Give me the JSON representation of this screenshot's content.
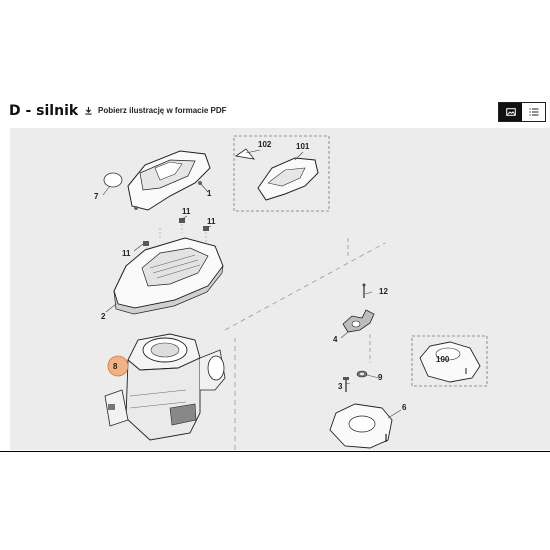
{
  "header": {
    "title": "D - silnik",
    "download_label": "Pobierz ilustrację w formacie PDF",
    "view_modes": [
      "image-view",
      "list-view"
    ],
    "active_view": "image-view"
  },
  "diagram": {
    "callouts": {
      "c1": "1",
      "c2": "2",
      "c3": "3",
      "c4": "4",
      "c6": "6",
      "c7": "7",
      "c8": "8",
      "c9": "9",
      "c11a": "11",
      "c11b": "11",
      "c11c": "11",
      "c12": "12",
      "c100": "100",
      "c101": "101",
      "c102": "102"
    },
    "highlighted_part": "8",
    "highlight_color": "#f4b183"
  }
}
